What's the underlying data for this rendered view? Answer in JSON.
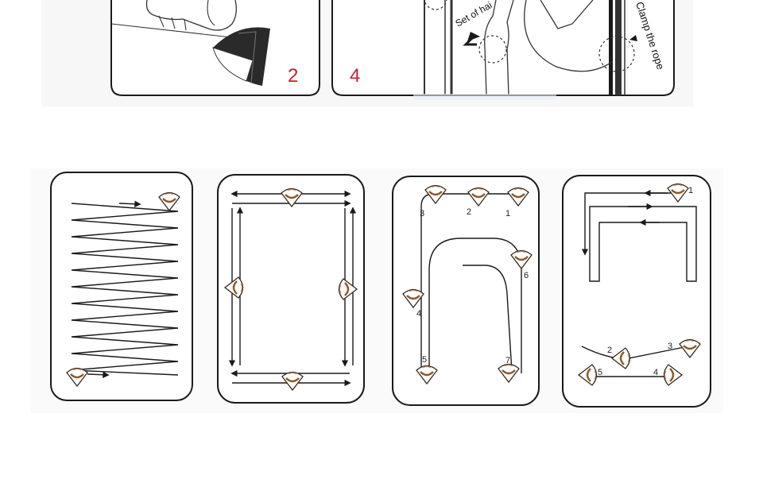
{
  "top_panels": {
    "step_a": {
      "number": "2"
    },
    "step_b": {
      "number": "4",
      "label_left": "Set of hai",
      "label_right": "Clamp the rope"
    }
  },
  "bottom_panels": {
    "panel_3": {
      "labels": [
        "1",
        "2",
        "3",
        "4",
        "5",
        "6",
        "7"
      ]
    },
    "panel_4": {
      "labels": [
        "1",
        "2",
        "3",
        "4",
        "5"
      ]
    }
  },
  "colors": {
    "number_red": "#c8202a",
    "line": "#1a1a1a",
    "clip": "#8a5a2a"
  }
}
